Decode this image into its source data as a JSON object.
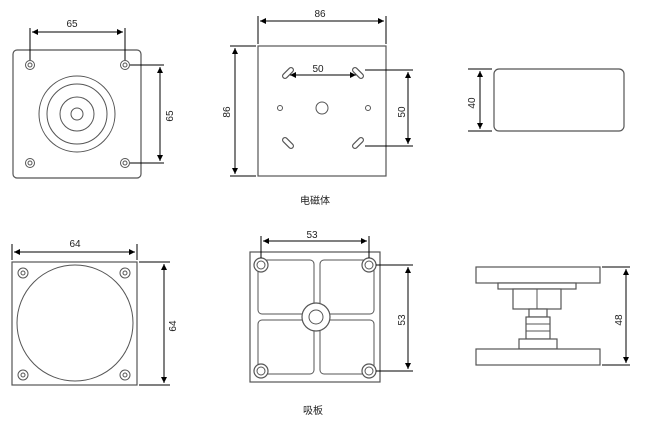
{
  "magnet": {
    "caption": "电磁体",
    "front_width": "65",
    "front_height": "65",
    "back_width": "86",
    "back_height": "86",
    "back_slot_spacing": "50",
    "back_slot_vertical": "50",
    "side_thickness": "40"
  },
  "plate": {
    "caption": "吸板",
    "front_width": "64",
    "front_height": "64",
    "back_hole_spacing": "53",
    "back_hole_vertical": "53",
    "side_height": "48"
  }
}
